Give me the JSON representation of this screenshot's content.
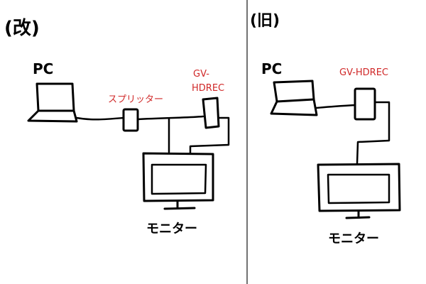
{
  "left_panel": {
    "title": "(改)",
    "pc_label": "PC",
    "splitter_label": "スプリッター",
    "recorder_label_line1": "GV-",
    "recorder_label_line2": "HDREC",
    "monitor_label": "モニター"
  },
  "right_panel": {
    "title": "(旧)",
    "pc_label": "PC",
    "recorder_label": "GV-HDREC",
    "monitor_label": "モニター"
  },
  "colors": {
    "ink": "#000000",
    "annotation": "#d02828",
    "background": "#ffffff"
  }
}
